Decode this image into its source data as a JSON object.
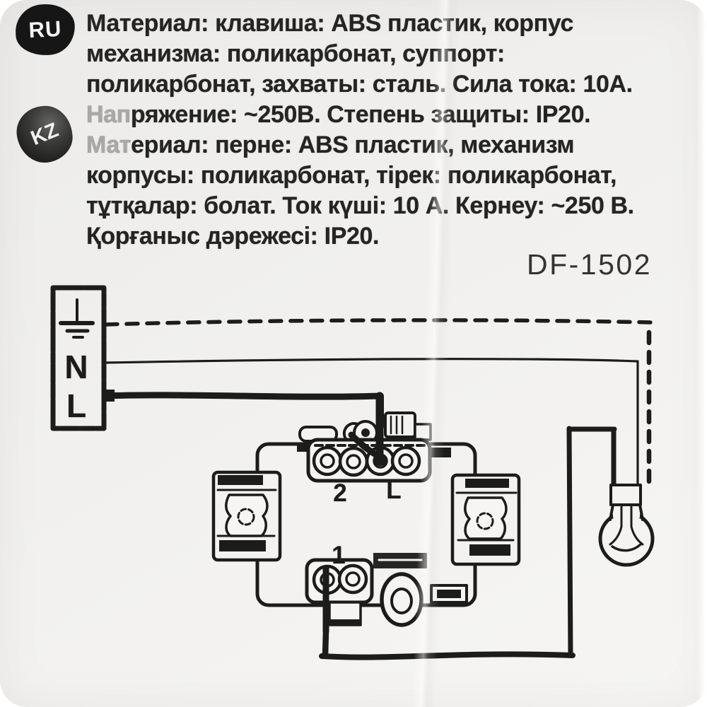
{
  "photo": {
    "background_top": "#ecebe9",
    "background_bottom": "#f6f5f3",
    "ink_color": "#1c1c1a"
  },
  "stamps": {
    "ru": "RU",
    "kz": "KZ"
  },
  "spec_lines": [
    {
      "faded": "",
      "rest": "Материал: клавиша: ABS пластик, корпус"
    },
    {
      "faded": "",
      "rest": "механизма: поликарбонат, суппорт:"
    },
    {
      "faded": "",
      "rest": "поликарбонат, захваты: сталь. Сила тока: 10А."
    },
    {
      "faded": "Нап",
      "rest": "ряжение: ~250В. Степень защиты: IP20."
    },
    {
      "faded": "Мат",
      "rest": "ериал: перне: ABS пластик, механизм"
    },
    {
      "faded": "",
      "rest": "корпусы: поликарбонат, тірек: поликарбонат,"
    },
    {
      "faded": "",
      "rest": "тұтқалар: болат. Ток күші: 10 А. Кернеу: ~250 В."
    },
    {
      "faded": "",
      "rest": "Қорғаныс дәрежесі: IP20."
    }
  ],
  "model_number": "DF-1502",
  "diagram": {
    "supply_labels": {
      "neutral": "N",
      "line": "L"
    },
    "terminal_labels": {
      "t2": "2",
      "tl": "L",
      "t1": "1"
    }
  }
}
